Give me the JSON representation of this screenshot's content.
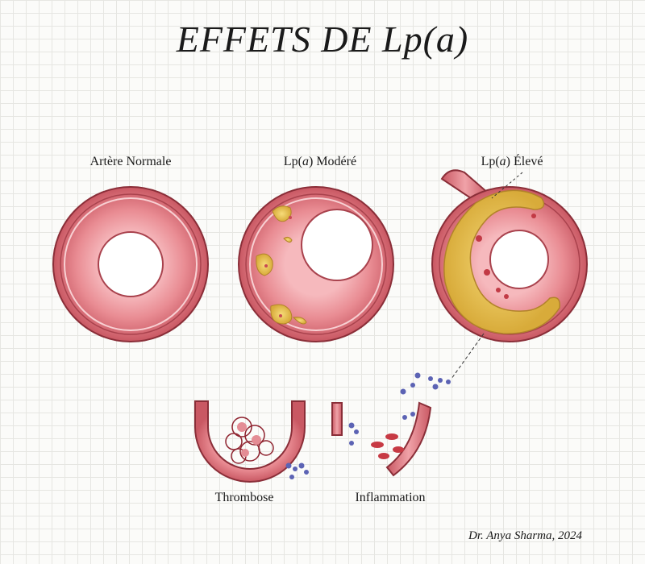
{
  "title": "EFFETS DE Lp(a)",
  "vessels": [
    {
      "label_prefix": "Artère Normale",
      "label_italic": "",
      "label_suffix": ""
    },
    {
      "label_prefix": "Lp(",
      "label_italic": "a",
      "label_suffix": ") Modéré"
    },
    {
      "label_prefix": "Lp(",
      "label_italic": "a",
      "label_suffix": ") Élevé"
    }
  ],
  "effects": [
    {
      "label": "Thrombose"
    },
    {
      "label": "Inflammation"
    }
  ],
  "credit": "Dr. Anya Sharma, 2024"
}
